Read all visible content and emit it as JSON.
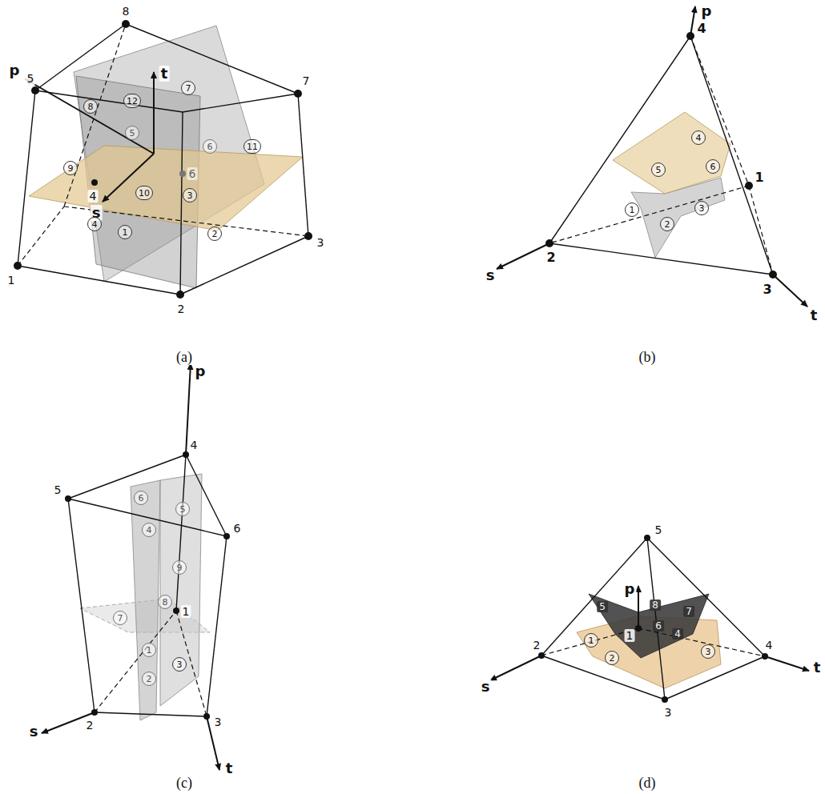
{
  "diagram": {
    "labels": [
      "8",
      "7",
      "5",
      "1",
      "2",
      "3",
      "p",
      "t",
      "s",
      "6",
      "4",
      "8",
      "12",
      "7",
      "5",
      "6",
      "11",
      "9",
      "3",
      "10",
      "4",
      "1",
      "2",
      "(a)",
      "p",
      "4",
      "2",
      "s",
      "3",
      "t",
      "1",
      "4",
      "5",
      "6",
      "1",
      "2",
      "3",
      "(b)",
      "p",
      "4",
      "5",
      "6",
      "2",
      "s",
      "3",
      "t",
      "1",
      "6",
      "5",
      "4",
      "9",
      "7",
      "8",
      "1",
      "3",
      "2",
      "(c)",
      "5",
      "p",
      "s",
      "2",
      "3",
      "4",
      "t",
      "1",
      "5",
      "8",
      "6",
      "7",
      "4",
      "1",
      "2",
      "3",
      "(d)"
    ]
  }
}
